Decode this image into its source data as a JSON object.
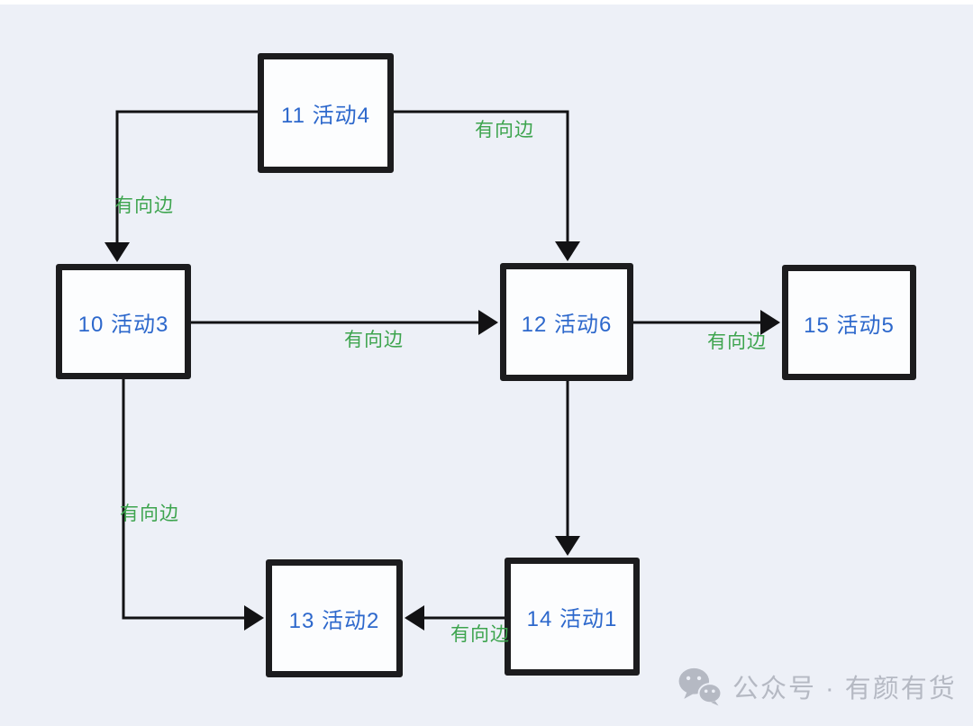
{
  "diagram": {
    "nodes": [
      {
        "id": "11",
        "label": "11 活动4"
      },
      {
        "id": "10",
        "label": "10 活动3"
      },
      {
        "id": "12",
        "label": "12 活动6"
      },
      {
        "id": "15",
        "label": "15 活动5"
      },
      {
        "id": "13",
        "label": "13 活动2"
      },
      {
        "id": "14",
        "label": "14 活动1"
      }
    ],
    "edges": [
      {
        "from": "11",
        "to": "10",
        "label": "有向边"
      },
      {
        "from": "11",
        "to": "12",
        "label": "有向边"
      },
      {
        "from": "10",
        "to": "12",
        "label": "有向边"
      },
      {
        "from": "12",
        "to": "15",
        "label": "有向边"
      },
      {
        "from": "12",
        "to": "14",
        "label": ""
      },
      {
        "from": "10",
        "to": "13",
        "label": "有向边"
      },
      {
        "from": "14",
        "to": "13",
        "label": "有向边"
      }
    ]
  },
  "colors": {
    "background": "#edf0f7",
    "node_fill": "#fcfdfe",
    "node_border": "#1c1c1e",
    "node_text": "#2d68cc",
    "edge_line": "#121214",
    "edge_label": "#3da44e",
    "watermark": "#b5b9c3"
  },
  "watermark": {
    "icon": "wechat-icon",
    "text": "公众号 · 有颜有货"
  }
}
